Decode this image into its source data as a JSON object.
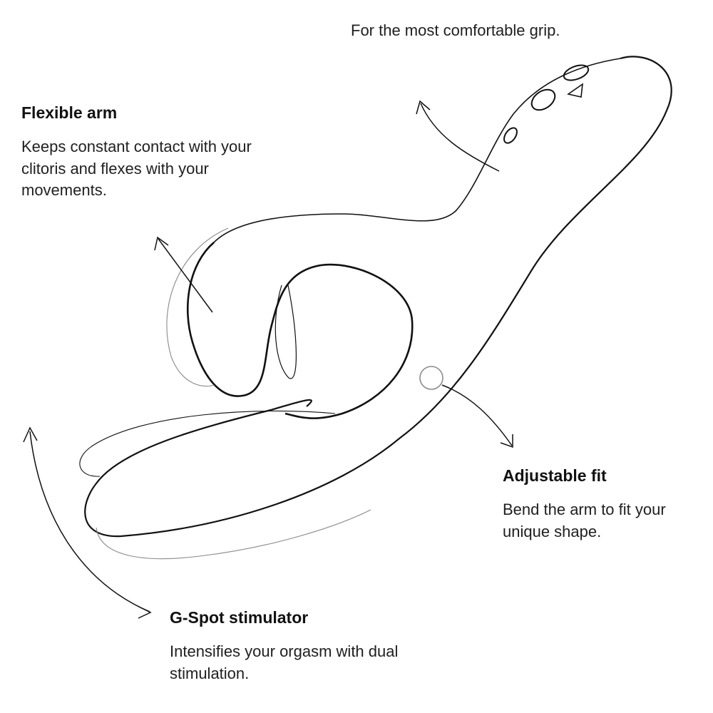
{
  "callouts": {
    "grip": {
      "body": "For the most comfortable grip."
    },
    "flexible_arm": {
      "title": "Flexible arm",
      "body": "Keeps constant contact with your clitoris and flexes with your movements."
    },
    "adjustable_fit": {
      "title": "Adjustable fit",
      "body": "Bend the arm to fit your unique shape."
    },
    "g_spot": {
      "title": "G-Spot stimulator",
      "body": "Intensifies your orgasm with dual stimulation."
    }
  },
  "colors": {
    "line": "#111111",
    "text": "#1a1a1a",
    "background": "#ffffff",
    "light_line": "#8a8a8a"
  }
}
